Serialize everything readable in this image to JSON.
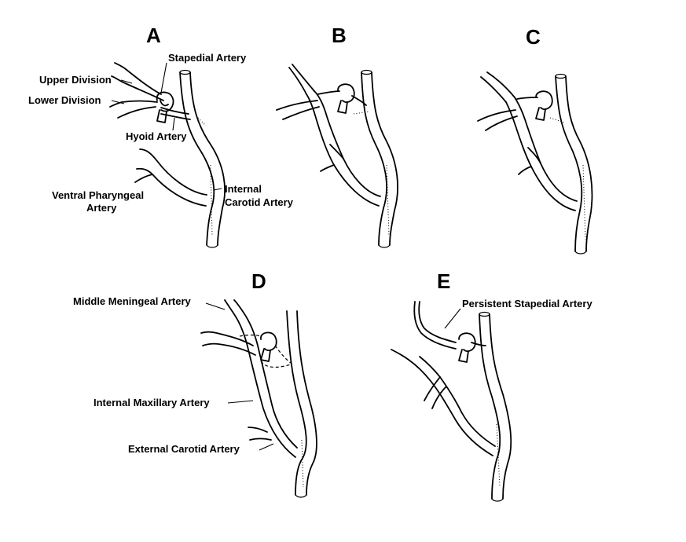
{
  "panels": {
    "A": {
      "letter": "A",
      "labels": {
        "stapedial_artery": "Stapedial Artery",
        "upper_division": "Upper Division",
        "lower_division": "Lower Division",
        "hyoid_artery": "Hyoid Artery",
        "ventral_pharyngeal_1": "Ventral Pharyngeal",
        "ventral_pharyngeal_2": "Artery",
        "internal_carotid_1": "Internal",
        "internal_carotid_2": "Carotid Artery"
      }
    },
    "B": {
      "letter": "B"
    },
    "C": {
      "letter": "C"
    },
    "D": {
      "letter": "D",
      "labels": {
        "middle_meningeal": "Middle Meningeal Artery",
        "internal_maxillary": "Internal Maxillary Artery",
        "external_carotid": "External Carotid Artery"
      }
    },
    "E": {
      "letter": "E",
      "labels": {
        "persistent_stapedial": "Persistent Stapedial Artery"
      }
    }
  }
}
